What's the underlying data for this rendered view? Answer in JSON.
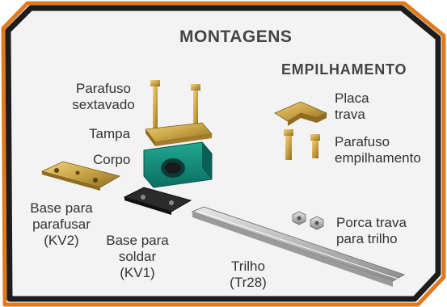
{
  "heading": "MONTAGENS",
  "subheading": "EMPILHAMENTO",
  "labels": {
    "parafuso_sextavado": [
      "Parafuso",
      "sextavado"
    ],
    "tampa": "Tampa",
    "corpo": "Corpo",
    "base_parafusar": [
      "Base para",
      "parafusar",
      "(KV2)"
    ],
    "base_soldar": [
      "Base para",
      "soldar",
      "(KV1)"
    ],
    "trilho": [
      "Trilho",
      "(Tr28)"
    ],
    "placa_trava": [
      "Placa",
      "trava"
    ],
    "parafuso_empilhamento": [
      "Parafuso",
      "empilhamento"
    ],
    "porca_trava": [
      "Porca trava",
      "para trilho"
    ]
  },
  "colors": {
    "frame_dark": "#1d1d1d",
    "frame_orange": "#e07a1c",
    "background": "#f3f3f3",
    "clamp_body": "#10897a",
    "brass": "#c9a446"
  }
}
